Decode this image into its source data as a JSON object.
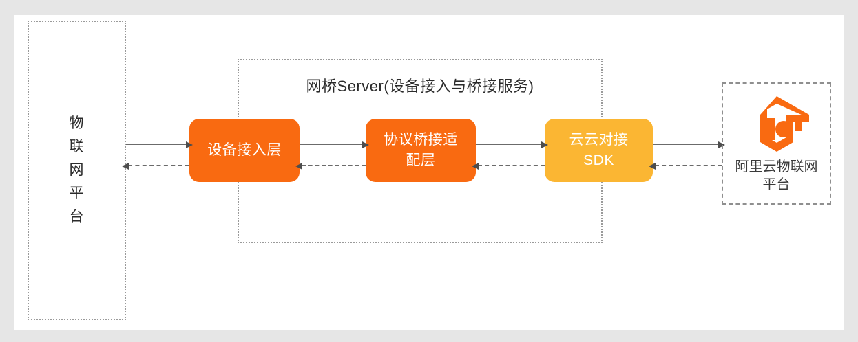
{
  "diagram": {
    "background_color": "#e6e6e6",
    "canvas_color": "#ffffff",
    "accent_orange": "#F96A11",
    "accent_amber": "#FBB633",
    "line_color": "#6b6b6b"
  },
  "left_platform": {
    "label": "物\n联\n网\n平\n台"
  },
  "bridge_server": {
    "title": "网桥Server(设备接入与桥接服务)"
  },
  "process_boxes": [
    {
      "id": "device-access",
      "label": "设备接入层",
      "color": "#F96A11"
    },
    {
      "id": "protocol-bridge",
      "label": "协议桥接适\n配层",
      "color": "#F96A11"
    },
    {
      "id": "cloud-sdk",
      "label": "云云对接\nSDK",
      "color": "#FBB633"
    }
  ],
  "right_platform": {
    "logo_name": "aliyun-iot-logo",
    "logo_color": "#F96A11",
    "label": "阿里云物联网\n平台"
  },
  "connections": [
    {
      "id": "f1",
      "direction": "right",
      "style": "solid"
    },
    {
      "id": "b1",
      "direction": "left",
      "style": "dashed"
    },
    {
      "id": "f2",
      "direction": "right",
      "style": "solid"
    },
    {
      "id": "b2",
      "direction": "left",
      "style": "dashed"
    },
    {
      "id": "f3",
      "direction": "right",
      "style": "solid"
    },
    {
      "id": "b3",
      "direction": "left",
      "style": "dashed"
    },
    {
      "id": "f4",
      "direction": "right",
      "style": "solid"
    },
    {
      "id": "b4",
      "direction": "left",
      "style": "dashed"
    }
  ]
}
